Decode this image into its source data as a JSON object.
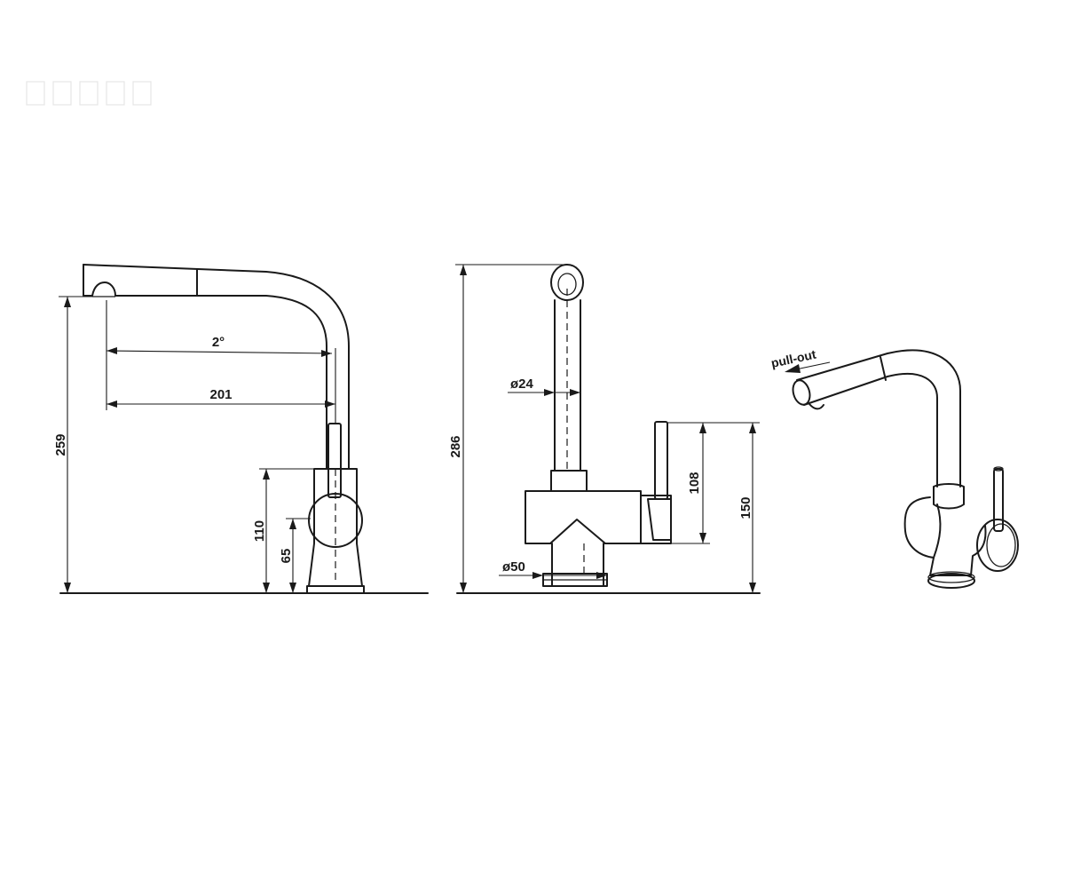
{
  "side_view": {
    "dim_height_total": "259",
    "dim_angle": "2°",
    "dim_reach": "201",
    "dim_body_height": "110",
    "dim_handle_center": "65"
  },
  "front_view": {
    "dim_height_total": "286",
    "dim_spout_diameter": "ø24",
    "dim_handle_height": "108",
    "dim_lever_height": "150",
    "dim_base_diameter": "ø50"
  },
  "perspective_view": {
    "label": "pull-out"
  }
}
